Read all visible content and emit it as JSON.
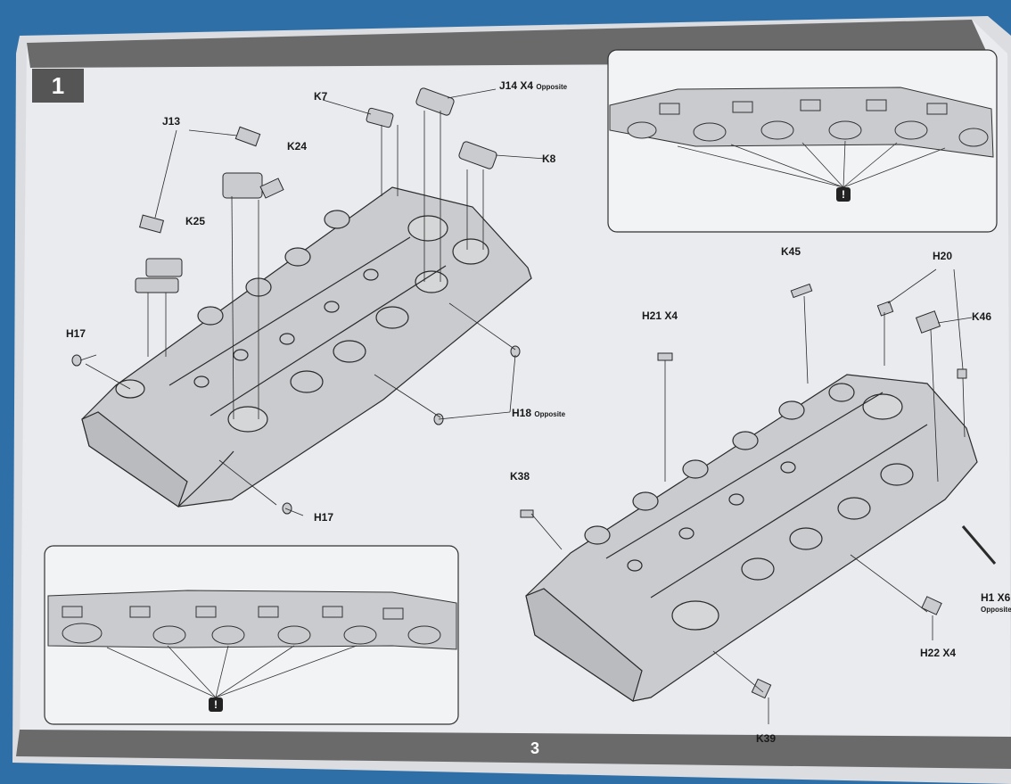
{
  "step": {
    "number": "1"
  },
  "page": {
    "number": "3"
  },
  "labels": {
    "j14": {
      "text": "J14 X4",
      "note": "Opposite"
    },
    "k7": "K7",
    "j13": "J13",
    "k24": "K24",
    "k8": "K8",
    "k25": "K25",
    "h17_left": "H17",
    "h17_bottom": "H17",
    "h18": {
      "text": "H18",
      "note": "Opposite"
    },
    "k45": "K45",
    "h20": "H20",
    "k46": "K46",
    "h21": "H21 X4",
    "k38": "K38",
    "h1": {
      "text": "H1 X6",
      "note": "Opposite"
    },
    "h22": "H22 X4",
    "k39": "K39"
  },
  "warnings": {
    "symbol": "!"
  },
  "colors": {
    "background": "#2f6fa8",
    "paper": "#e9ebee",
    "band": "#6a6a6a",
    "part_fill": "#c9cbce",
    "line": "#2a2a2a"
  }
}
